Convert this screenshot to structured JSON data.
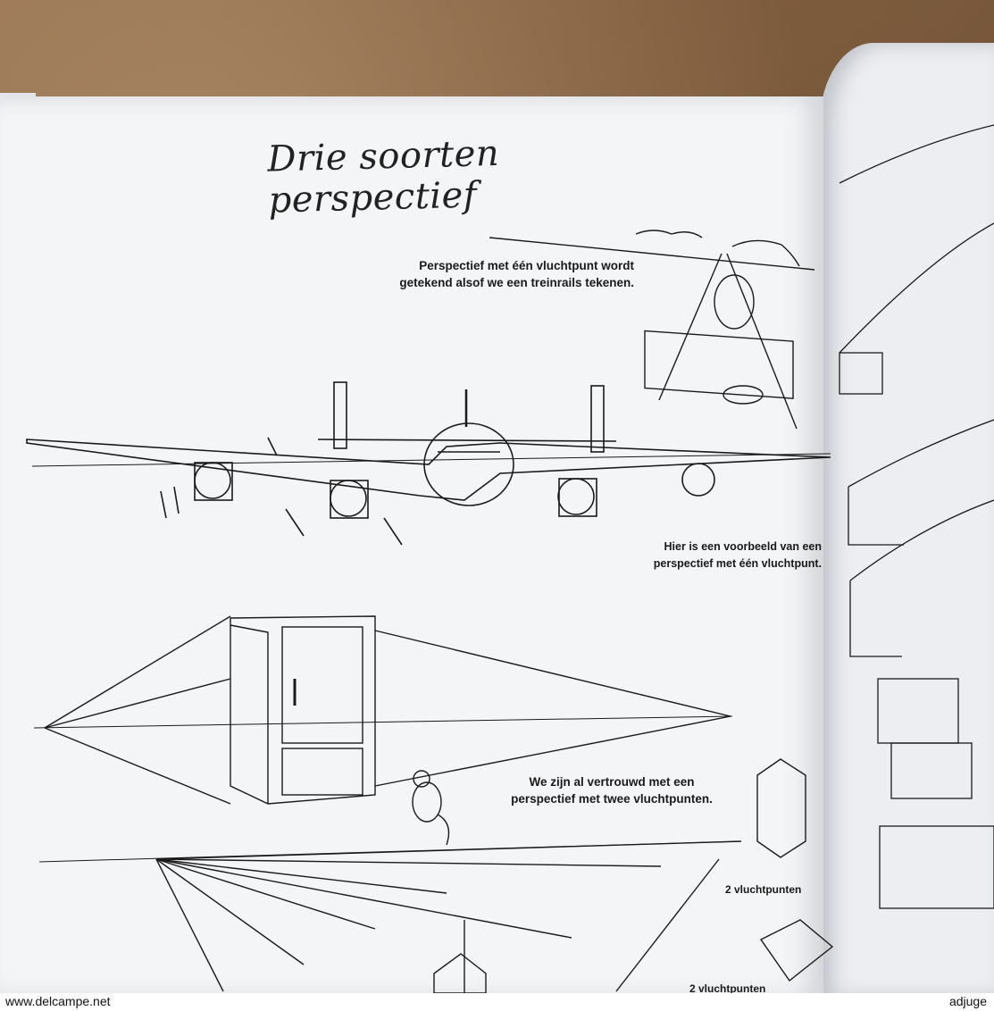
{
  "page": {
    "title": "Drie soorten perspectief",
    "captions": {
      "one_point_intro": "Perspectief met één vluchtpunt wordt getekend alsof we een treinrails tekenen.",
      "one_point_example": "Hier is een voorbeeld van een perspectief met één vluchtpunt.",
      "two_point_intro": "We zijn al vertrouwd met een perspectief met twee vluchtpunten.",
      "two_points_label_1": "2 vluchtpunten",
      "two_points_label_2": "2 vluchtpunten"
    }
  },
  "watermark": {
    "left": "www.delcampe.net",
    "right": "adjuge"
  },
  "colors": {
    "paper": "#f4f5f7",
    "ink": "#1a1a1a",
    "table": "#8a6a4a"
  }
}
